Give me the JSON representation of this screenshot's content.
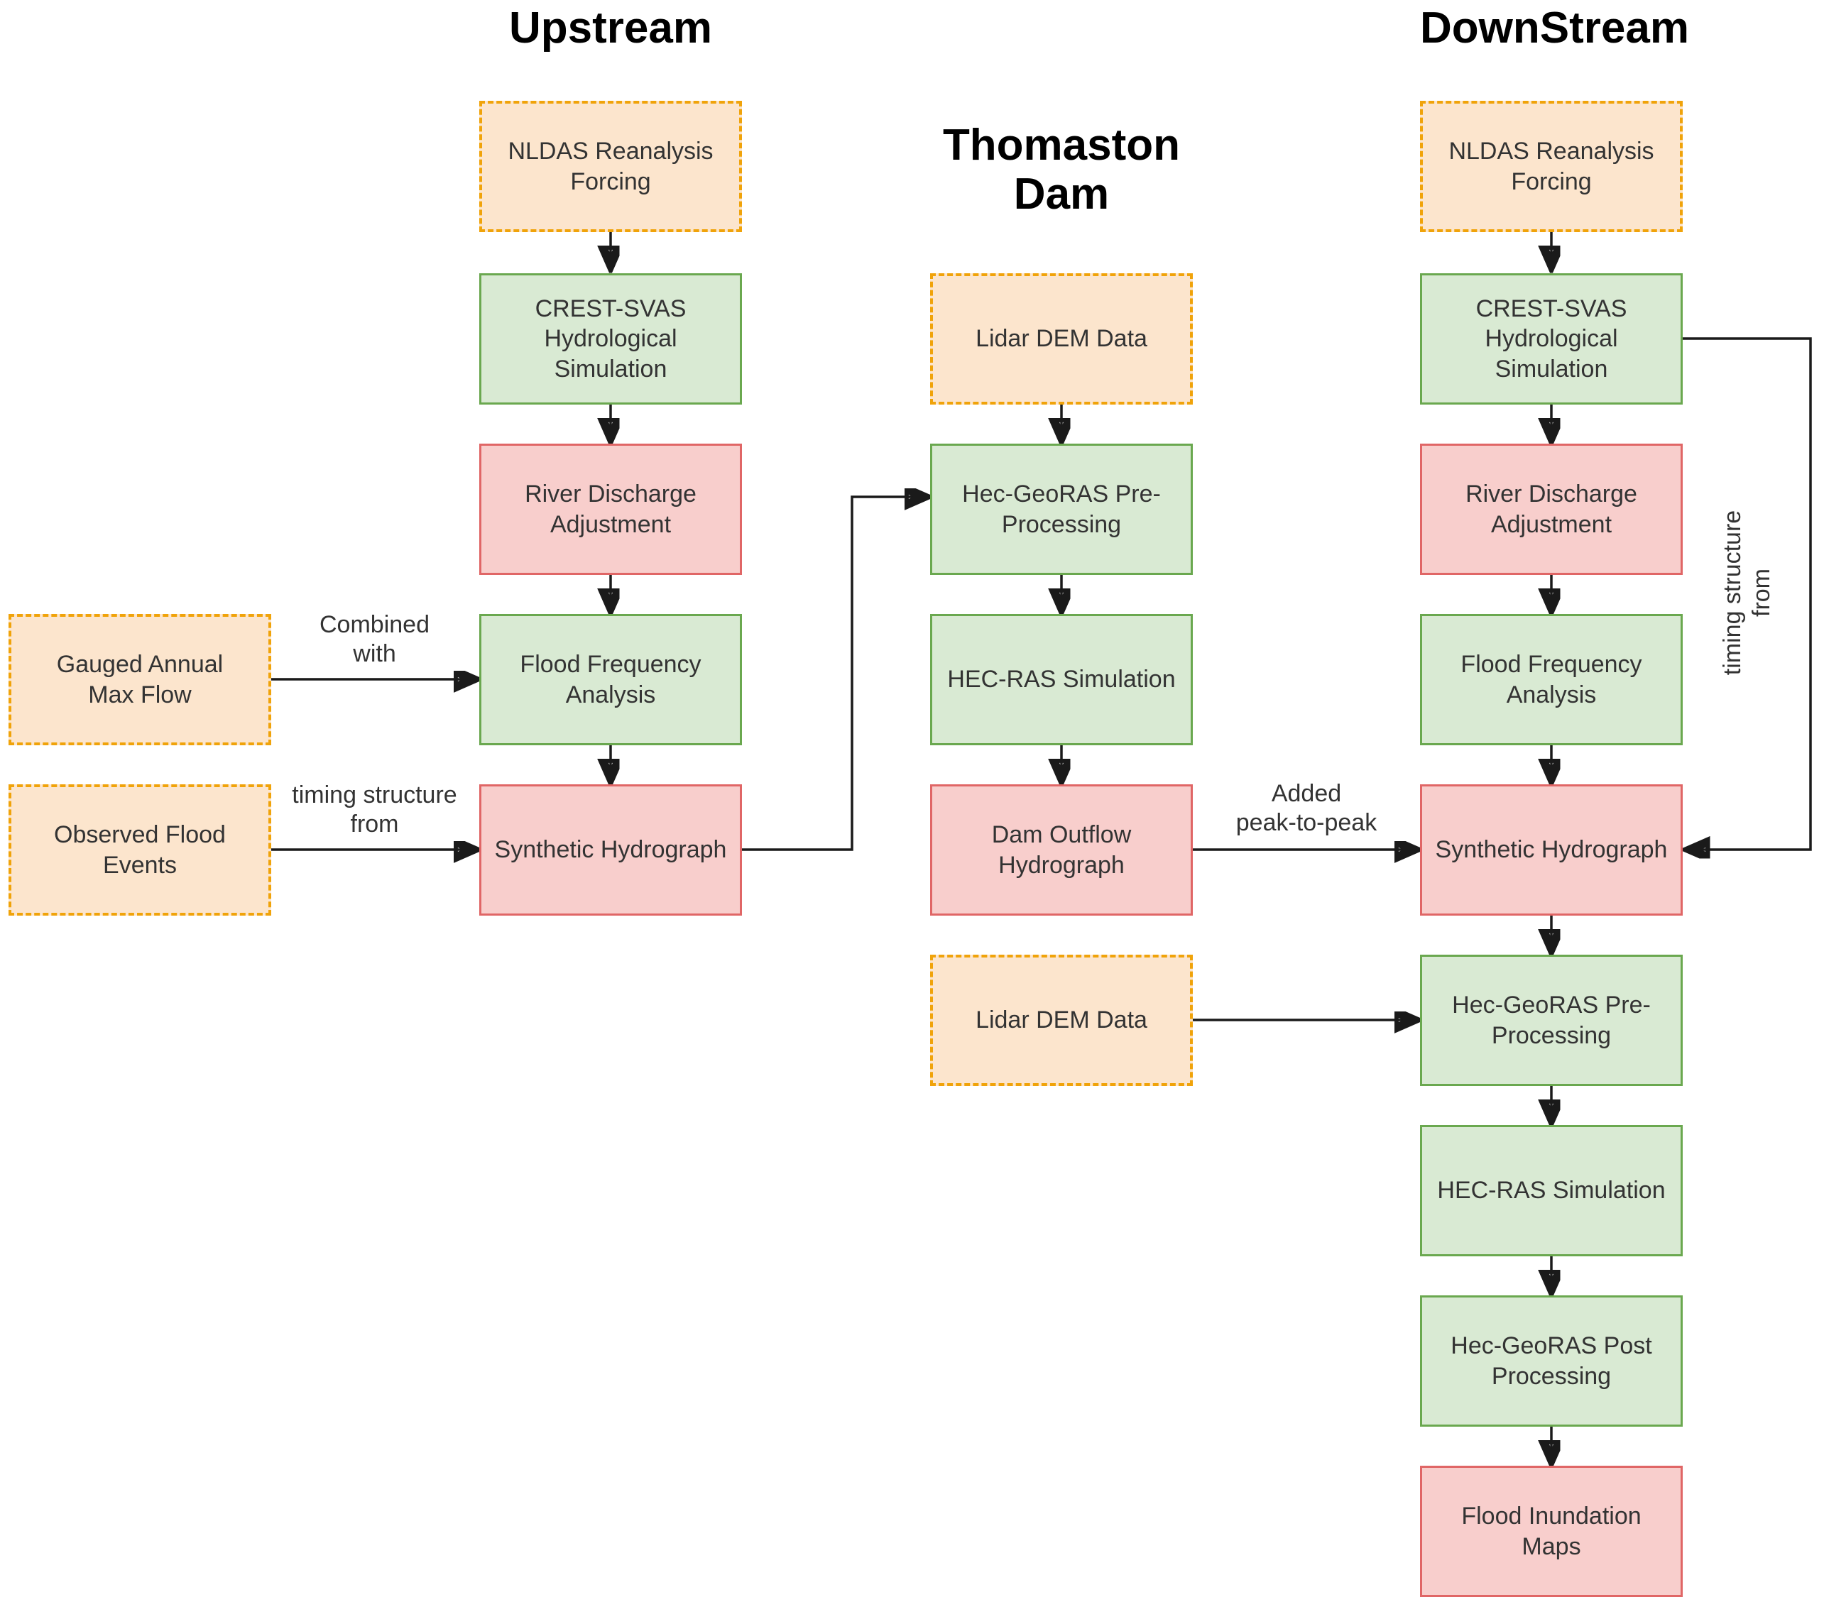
{
  "diagram": {
    "type": "flowchart",
    "description_visible_only": true
  },
  "titles": {
    "upstream": "Upstream",
    "thomaston_dam": "Thomaston\nDam",
    "downstream": "DownStream"
  },
  "colors": {
    "data_input_fill": "#fce5cd",
    "data_input_border": "#f0a30a",
    "process_fill": "#d9ead3",
    "process_border": "#6aa84f",
    "result_fill": "#f8cecc",
    "result_border": "#e06666",
    "arrow": "#1a1a1a",
    "title_text": "#000000",
    "node_text": "#333333",
    "background": "#ffffff"
  },
  "nodes": {
    "up_nldas": {
      "label": "NLDAS Reanalysis\nForcing",
      "type": "data-input"
    },
    "up_crest": {
      "label": "CREST-SVAS\nHydrological\nSimulation",
      "type": "process"
    },
    "up_river_discharge": {
      "label": "River Discharge\nAdjustment",
      "type": "result"
    },
    "up_flood_freq": {
      "label": "Flood Frequency\nAnalysis",
      "type": "process"
    },
    "up_synthetic": {
      "label": "Synthetic Hydrograph",
      "type": "result"
    },
    "gauged_annual": {
      "label": "Gauged Annual\nMax Flow",
      "type": "data-input"
    },
    "observed_flood": {
      "label": "Observed Flood\nEvents",
      "type": "data-input"
    },
    "mid_lidar_1": {
      "label": "Lidar DEM Data",
      "type": "data-input"
    },
    "mid_hecgeoras_pre": {
      "label": "Hec-GeoRAS Pre-\nProcessing",
      "type": "process"
    },
    "mid_hecras": {
      "label": "HEC-RAS Simulation",
      "type": "process"
    },
    "mid_dam_outflow": {
      "label": "Dam Outflow\nHydrograph",
      "type": "result"
    },
    "mid_lidar_2": {
      "label": "Lidar DEM Data",
      "type": "data-input"
    },
    "down_nldas": {
      "label": "NLDAS Reanalysis\nForcing",
      "type": "data-input"
    },
    "down_crest": {
      "label": "CREST-SVAS\nHydrological\nSimulation",
      "type": "process"
    },
    "down_river_discharge": {
      "label": "River Discharge\nAdjustment",
      "type": "result"
    },
    "down_flood_freq": {
      "label": "Flood Frequency\nAnalysis",
      "type": "process"
    },
    "down_synthetic": {
      "label": "Synthetic Hydrograph",
      "type": "result"
    },
    "down_hecgeoras_pre": {
      "label": "Hec-GeoRAS Pre-\nProcessing",
      "type": "process"
    },
    "down_hecras": {
      "label": "HEC-RAS Simulation",
      "type": "process"
    },
    "down_hecgeoras_post": {
      "label": "Hec-GeoRAS Post\nProcessing",
      "type": "process"
    },
    "down_flood_inundation": {
      "label": "Flood Inundation\nMaps",
      "type": "result"
    }
  },
  "edge_labels": {
    "combined_with": "Combined\nwith",
    "timing_structure_from": "timing structure\nfrom",
    "added_peak_to_peak": "Added\npeak-to-peak",
    "timing_structure_from_feedback": "timing structure\nfrom"
  },
  "edges": [
    {
      "from": "up_nldas",
      "to": "up_crest"
    },
    {
      "from": "up_crest",
      "to": "up_river_discharge"
    },
    {
      "from": "up_river_discharge",
      "to": "up_flood_freq"
    },
    {
      "from": "up_flood_freq",
      "to": "up_synthetic"
    },
    {
      "from": "gauged_annual",
      "to": "up_flood_freq",
      "label": "Combined with"
    },
    {
      "from": "observed_flood",
      "to": "up_synthetic",
      "label": "timing structure from"
    },
    {
      "from": "up_synthetic",
      "to": "mid_hecgeoras_pre"
    },
    {
      "from": "mid_lidar_1",
      "to": "mid_hecgeoras_pre"
    },
    {
      "from": "mid_hecgeoras_pre",
      "to": "mid_hecras"
    },
    {
      "from": "mid_hecras",
      "to": "mid_dam_outflow"
    },
    {
      "from": "mid_dam_outflow",
      "to": "down_synthetic",
      "label": "Added peak-to-peak"
    },
    {
      "from": "mid_lidar_2",
      "to": "down_hecgeoras_pre"
    },
    {
      "from": "down_nldas",
      "to": "down_crest"
    },
    {
      "from": "down_crest",
      "to": "down_river_discharge"
    },
    {
      "from": "down_river_discharge",
      "to": "down_flood_freq"
    },
    {
      "from": "down_flood_freq",
      "to": "down_synthetic"
    },
    {
      "from": "down_crest",
      "to": "down_synthetic",
      "label": "timing structure from"
    },
    {
      "from": "down_synthetic",
      "to": "down_hecgeoras_pre"
    },
    {
      "from": "down_hecgeoras_pre",
      "to": "down_hecras"
    },
    {
      "from": "down_hecras",
      "to": "down_hecgeoras_post"
    },
    {
      "from": "down_hecgeoras_post",
      "to": "down_flood_inundation"
    }
  ]
}
